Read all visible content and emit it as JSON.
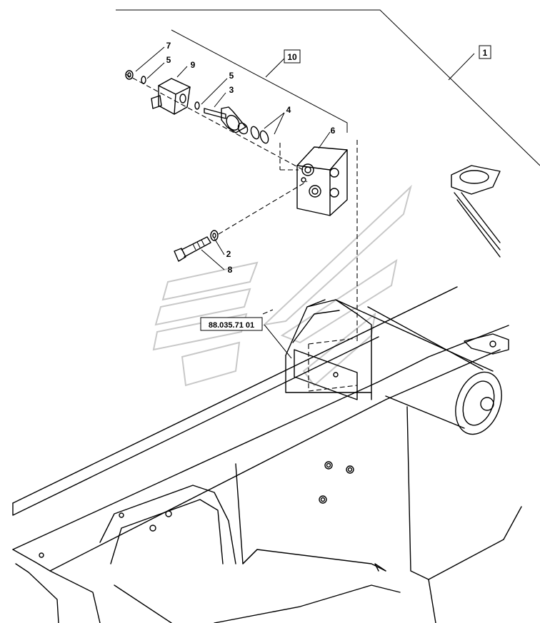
{
  "callouts": {
    "item_1": "1",
    "item_2": "2",
    "item_3": "3",
    "item_4": "4",
    "item_5a": "5",
    "item_5b": "5",
    "item_6": "6",
    "item_7": "7",
    "item_8": "8",
    "item_9": "9",
    "item_10": "10"
  },
  "reference": {
    "label": "88.035.71 01"
  }
}
